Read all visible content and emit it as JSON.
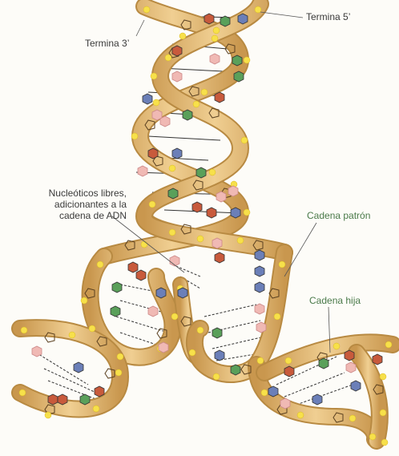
{
  "labels": {
    "terminus_3": "Termina 3’",
    "terminus_5": "Termina 5’",
    "free_nucleotides_1": "Nucleóticos libres,",
    "free_nucleotides_2": "adicionantes a la",
    "free_nucleotides_3": "cadena de ADN",
    "template_strand": "Cadena patrón",
    "daughter_strand": "Cadena hija"
  },
  "colors": {
    "backbone": "#e8c07e",
    "backbone_edge": "#b88a42",
    "phosphate": "#f7e04a",
    "base_red": "#c85a3c",
    "base_green": "#5aa05a",
    "base_blue": "#6b7fb8",
    "base_pink": "#f0b9b4",
    "text": "#3a3a3a",
    "text_green": "#4a7a4a"
  }
}
